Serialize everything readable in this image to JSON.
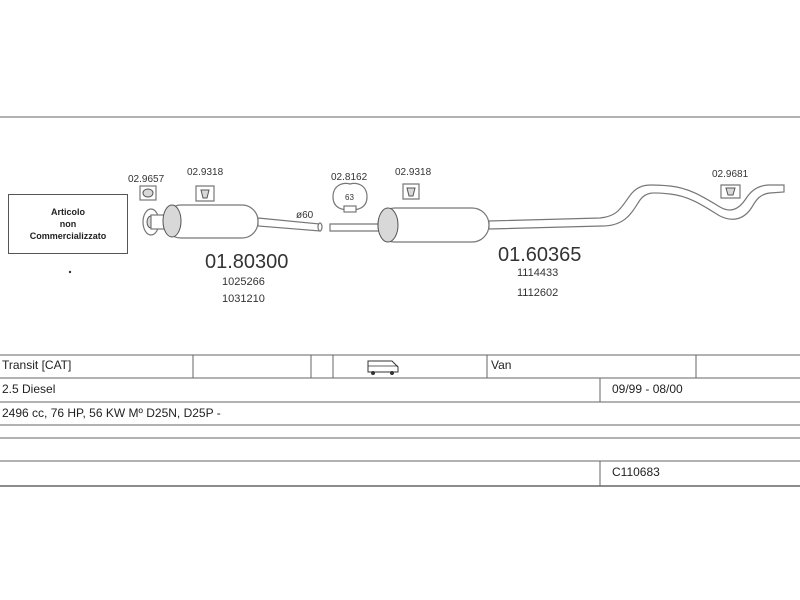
{
  "not_sold_box": {
    "line1": "Articolo",
    "line2": "non",
    "line3": "Commercializzato"
  },
  "parts": {
    "clamp_front": "02.9657",
    "hanger_front": "02.9318",
    "muffler_front": {
      "code": "01.80300",
      "ref1": "1025266",
      "ref2": "1031210"
    },
    "pipe_diameter": "ø60",
    "clamp_mid": "02.8162",
    "clamp_mid_symbol": "63",
    "hanger_mid": "02.9318",
    "muffler_rear": {
      "code": "01.60365",
      "ref1": "1114433",
      "ref2": "1112602"
    },
    "hanger_rear": "02.9681"
  },
  "vehicle": {
    "model": "Transit   [CAT]",
    "body_type": "Van",
    "engine": "2.5 Diesel",
    "years": "09/99 - 08/00",
    "specs": "2496 cc, 76 HP, 56 KW  Mº D25N, D25P -",
    "kit_code": "C110683"
  },
  "icons": {
    "vehicle_body": "van-icon"
  }
}
